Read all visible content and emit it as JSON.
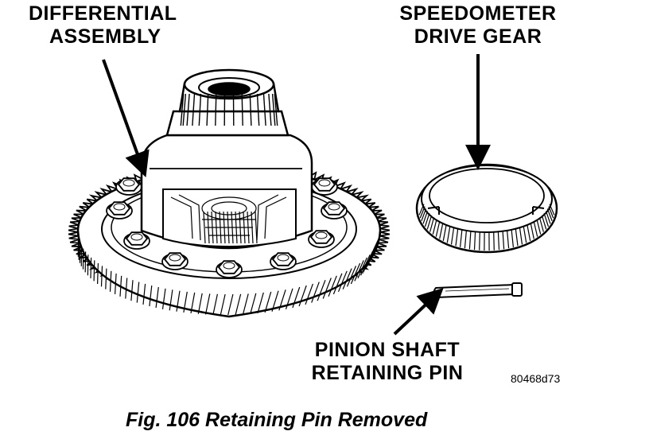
{
  "labels": {
    "differential_assembly": [
      "DIFFERENTIAL",
      "ASSEMBLY"
    ],
    "speedometer_drive_gear": [
      "SPEEDOMETER",
      "DRIVE GEAR"
    ],
    "pinion_shaft_retaining_pin": [
      "PINION SHAFT",
      "RETAINING PIN"
    ]
  },
  "reference_code": "80468d73",
  "caption": "Fig. 106 Retaining Pin Removed"
}
